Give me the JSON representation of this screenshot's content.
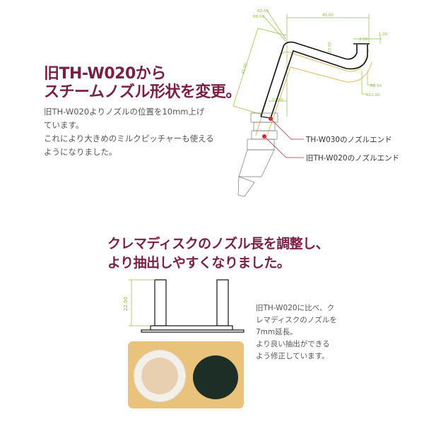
{
  "section1": {
    "heading": [
      "旧TH-W020から",
      "スチームノズル形状を変更。"
    ],
    "body": [
      "旧TH-W020よりノズルの位置を10mm上げ",
      "ています。",
      "これにより大きめのミルクピッチャーも使える",
      "ようになりました。"
    ],
    "callouts": [
      "TH-W030のノズルエンド",
      "旧TH-W020のノズルエンド"
    ],
    "dimensions": [
      "R2.00",
      "R8.00",
      "43.00",
      "2.50",
      "1.00",
      "23.00",
      "45.00",
      "10.00",
      "R8.50",
      "R12.00"
    ]
  },
  "section2": {
    "heading": [
      "クレマディスクのノズル長を調整し、",
      "より抽出しやすくなりました。"
    ],
    "dimension": "22.00",
    "body": [
      "旧TH-W020に比べ、ク",
      "レマディスクのノズルを",
      "7mm延長。",
      "より良い抽出ができる",
      "よう修正しています。"
    ]
  },
  "colors": {
    "heading": "#7a1f45",
    "dimension": "#8cbf3f",
    "old_nozzle": "#e8b860",
    "marker": "#e0202a",
    "photo_bg": "#e9c27c"
  }
}
